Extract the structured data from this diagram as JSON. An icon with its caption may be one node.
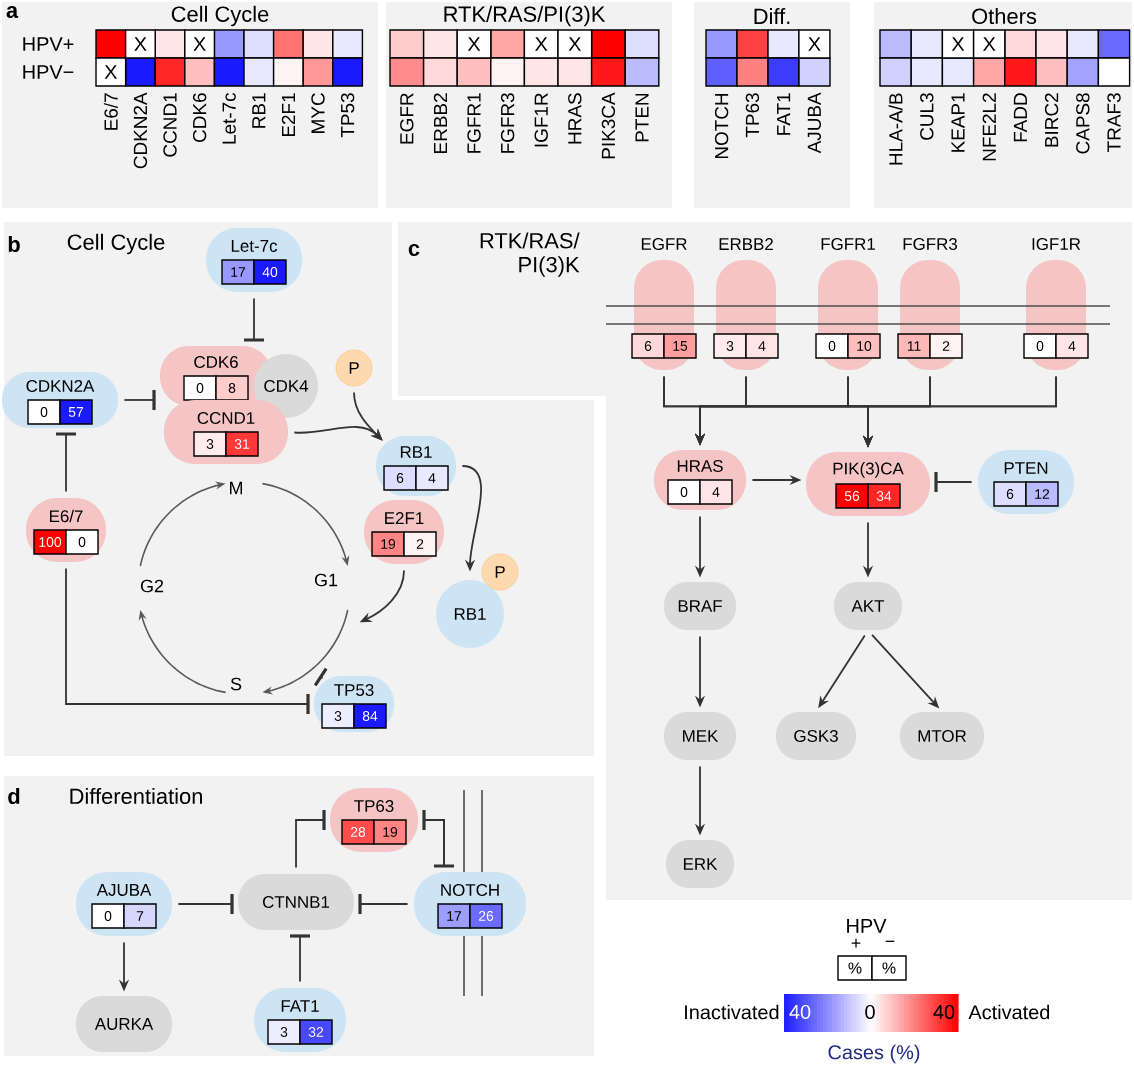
{
  "diagram": {
    "nodes": [
      {
        "text": [
          "Let-7c",
          "17",
          "40"
        ]
      },
      {
        "text": [
          "CDK6",
          "0",
          "8"
        ]
      },
      {
        "text": [
          "CDK4"
        ]
      },
      {
        "text": [
          "CCND1",
          "3",
          "31"
        ]
      },
      {
        "text": [
          "P"
        ]
      },
      {
        "text": [
          "CDKN2A",
          "0",
          "57"
        ]
      },
      {
        "text": [
          "RB1",
          "6",
          "4"
        ]
      },
      {
        "text": [
          "E2F1",
          "19",
          "2"
        ]
      },
      {
        "text": [
          "E6/7",
          "100",
          "0"
        ]
      },
      {
        "text": [
          "RB1"
        ]
      },
      {
        "text": [
          "P"
        ]
      },
      {
        "text": [
          "TP53",
          "3",
          "84"
        ]
      },
      {
        "text": [
          "EGFR",
          "6",
          "15"
        ]
      },
      {
        "text": [
          "ERBB2",
          "3",
          "4"
        ]
      },
      {
        "text": [
          "FGFR1",
          "0",
          "10"
        ]
      },
      {
        "text": [
          "FGFR3",
          "11",
          "2"
        ]
      },
      {
        "text": [
          "IGF1R",
          "0",
          "4"
        ]
      },
      {
        "text": [
          "HRAS",
          "0",
          "4"
        ]
      },
      {
        "text": [
          "PIK(3)CA",
          "56",
          "34"
        ]
      },
      {
        "text": [
          "PTEN",
          "6",
          "12"
        ]
      },
      {
        "text": [
          "BRAF"
        ]
      },
      {
        "text": [
          "AKT"
        ]
      },
      {
        "text": [
          "MEK"
        ]
      },
      {
        "text": [
          "GSK3"
        ]
      },
      {
        "text": [
          "MTOR"
        ]
      },
      {
        "text": [
          "ERK"
        ]
      },
      {
        "text": [
          "TP63",
          "28",
          "19"
        ]
      },
      {
        "text": [
          "AJUBA",
          "0",
          "7"
        ]
      },
      {
        "text": [
          "CTNNB1"
        ]
      },
      {
        "text": [
          "NOTCH",
          "17",
          "26"
        ]
      },
      {
        "text": [
          "AURKA"
        ]
      },
      {
        "text": [
          "FAT1",
          "3",
          "32"
        ]
      }
    ],
    "edges": [
      {
        "from": 0,
        "to": 1,
        "arrow": "other"
      },
      {
        "from": 5,
        "to": 1,
        "arrow": "other"
      },
      {
        "from": 8,
        "to": 5,
        "arrow": "other"
      },
      {
        "from": 8,
        "to": 11,
        "arrow": "other"
      },
      {
        "from": 3,
        "to": 6,
        "arrow": "to"
      },
      {
        "from": 4,
        "to": 6,
        "arrow": "to"
      },
      {
        "from": 6,
        "to": 9,
        "arrow": "to"
      },
      {
        "from": 7,
        "to": null,
        "arrow": "to"
      },
      {
        "from": 11,
        "to": null,
        "arrow": "other"
      },
      {
        "from": 27,
        "to": 28,
        "arrow": "other"
      },
      {
        "from": 29,
        "to": 28,
        "arrow": "other"
      },
      {
        "from": 31,
        "to": 28,
        "arrow": "other"
      },
      {
        "from": 28,
        "to": 26,
        "arrow": "other"
      },
      {
        "from": 29,
        "to": 26,
        "arrow": "other"
      },
      {
        "from": 26,
        "to": 29,
        "arrow": "other"
      },
      {
        "from": 27,
        "to": 30,
        "arrow": "to"
      },
      {
        "from": 12,
        "to": 17,
        "arrow": "to"
      },
      {
        "from": 13,
        "to": 17,
        "arrow": "to"
      },
      {
        "from": 14,
        "to": 17,
        "arrow": "to"
      },
      {
        "from": 15,
        "to": 17,
        "arrow": "to"
      },
      {
        "from": 16,
        "to": 17,
        "arrow": "to"
      },
      {
        "from": 12,
        "to": 18,
        "arrow": "to"
      },
      {
        "from": 13,
        "to": 18,
        "arrow": "to"
      },
      {
        "from": 14,
        "to": 18,
        "arrow": "to"
      },
      {
        "from": 15,
        "to": 18,
        "arrow": "to"
      },
      {
        "from": 16,
        "to": 18,
        "arrow": "to"
      },
      {
        "from": 17,
        "to": 18,
        "arrow": "to"
      },
      {
        "from": 19,
        "to": 18,
        "arrow": "other"
      },
      {
        "from": 17,
        "to": 20,
        "arrow": "to"
      },
      {
        "from": 20,
        "to": 22,
        "arrow": "to"
      },
      {
        "from": 22,
        "to": 25,
        "arrow": "to"
      },
      {
        "from": 18,
        "to": 21,
        "arrow": "to"
      },
      {
        "from": 21,
        "to": 23,
        "arrow": "to"
      },
      {
        "from": 21,
        "to": 24,
        "arrow": "to"
      }
    ],
    "labels": [
      "a",
      "Cell Cycle",
      "HPV+",
      "HPV−",
      "X",
      "X",
      "X",
      "E6/7",
      "CDKN2A",
      "CCND1",
      "CDK6",
      "Let-7c",
      "RB1",
      "E2F1",
      "MYC",
      "TP53",
      "RTK/RAS/PI(3)K",
      "X",
      "X",
      "X",
      "EGFR",
      "ERBB2",
      "FGFR1",
      "FGFR3",
      "IGF1R",
      "HRAS",
      "PIK3CA",
      "PTEN",
      "Diff.",
      "X",
      "NOTCH",
      "TP63",
      "FAT1",
      "AJUBA",
      "Others",
      "X",
      "X",
      "HLA-A/B",
      "CUL3",
      "KEAP1",
      "NFE2L2",
      "FADD",
      "BIRC2",
      "CAPS8",
      "TRAF3",
      "b",
      "Cell Cycle",
      "M",
      "G2",
      "G1",
      "S",
      "c",
      "RTK/RAS/ PI(3)K",
      "d",
      "Differentiation",
      "HPV",
      "+",
      "−",
      "%",
      "%",
      "Inactivated",
      "40",
      "0",
      "40",
      "Activated",
      "Cases (%)"
    ]
  }
}
